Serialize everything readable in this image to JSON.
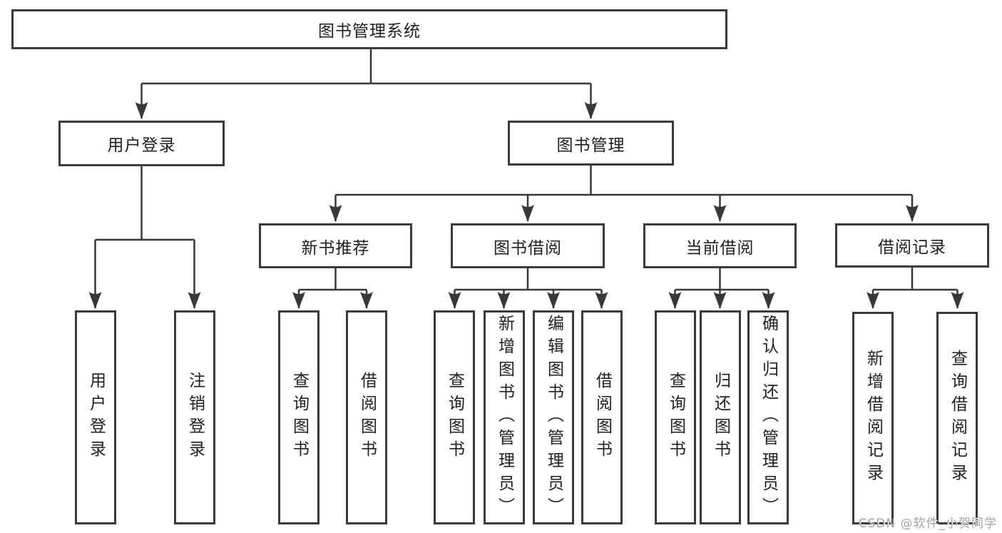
{
  "tree": {
    "label": "图书管理系统",
    "children": [
      {
        "label": "用户登录",
        "children": [
          {
            "label": "用户登录"
          },
          {
            "label": "注销登录"
          }
        ]
      },
      {
        "label": "图书管理",
        "children": [
          {
            "label": "新书推荐",
            "children": [
              {
                "label": "查询图书"
              },
              {
                "label": "借阅图书"
              }
            ]
          },
          {
            "label": "图书借阅",
            "children": [
              {
                "label": "查询图书"
              },
              {
                "label": "新增图书（管理员）"
              },
              {
                "label": "编辑图书（管理员）"
              },
              {
                "label": "借阅图书"
              }
            ]
          },
          {
            "label": "当前借阅",
            "children": [
              {
                "label": "查询图书"
              },
              {
                "label": "归还图书"
              },
              {
                "label": "确认归还（管理员）"
              }
            ]
          },
          {
            "label": "借阅记录",
            "children": [
              {
                "label": "新增借阅记录"
              },
              {
                "label": "查询借阅记录"
              }
            ]
          }
        ]
      }
    ]
  },
  "watermark": "CSDN @软件_小贺同学",
  "colors": {
    "line": "#383838",
    "box_border": "#3b3b3b",
    "text": "#1f1f1f",
    "background": "#ffffff",
    "watermark": "#a3a3a3"
  }
}
